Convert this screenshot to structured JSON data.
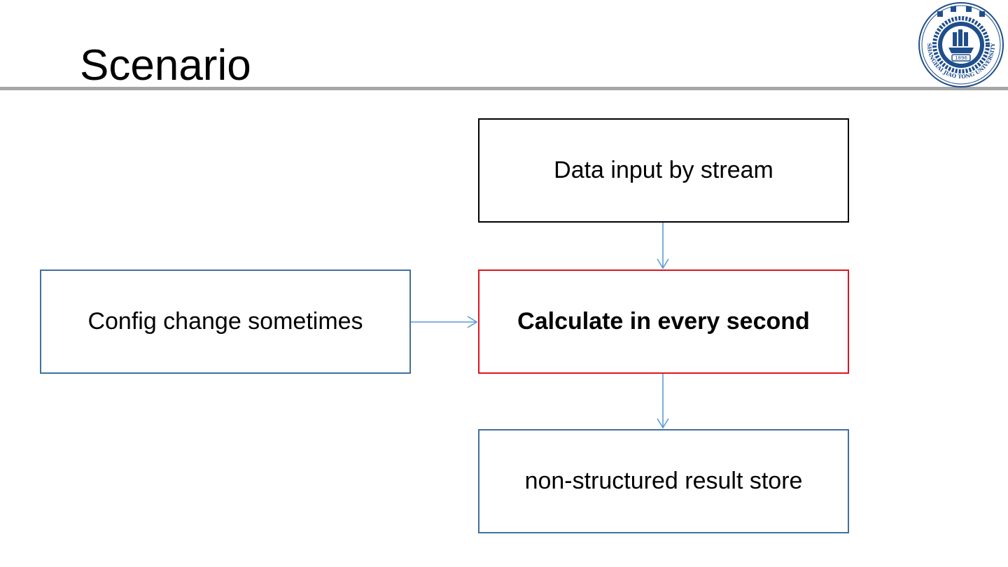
{
  "slide": {
    "title": "Scenario"
  },
  "logo": {
    "icon": "shanghai-jiao-tong-university-seal-icon",
    "ring_text": "SHANGHAI JIAO TONG UNIVERSITY",
    "year": "1896"
  },
  "diagram": {
    "nodes": {
      "input": "Data input by stream",
      "config": "Config change sometimes",
      "calculate": "Calculate in every second",
      "store": "non-structured result store"
    },
    "edges": [
      {
        "from": "input",
        "to": "calculate"
      },
      {
        "from": "config",
        "to": "calculate"
      },
      {
        "from": "calculate",
        "to": "store"
      }
    ]
  },
  "colors": {
    "title_rule": "#a6a6a6",
    "highlight_border": "#e0141e",
    "box_border": "#41719c",
    "arrow": "#5b9bd5",
    "logo_blue": "#1f4e8c"
  }
}
